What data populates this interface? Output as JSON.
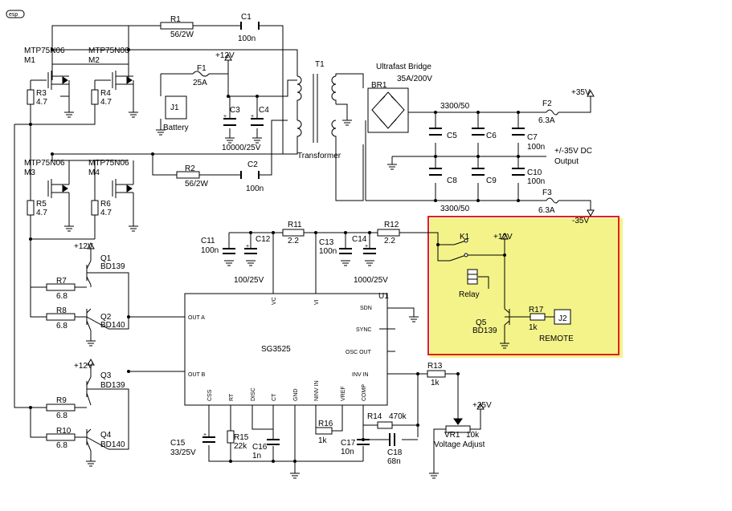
{
  "logo_text": "esp",
  "power": {
    "v12": "+12V",
    "v35p": "+35V",
    "v35n": "-35V",
    "battery": "Battery",
    "j1": "J1",
    "f1": "F1",
    "f1_val": "25A"
  },
  "mosfets": {
    "m1_type": "MTP75N06",
    "m1": "M1",
    "m2_type": "MTP75N06",
    "m2": "M2",
    "m3_type": "MTP75N06",
    "m3": "M3",
    "m4_type": "MTP75N06",
    "m4": "M4"
  },
  "snubber": {
    "r1": "R1",
    "r1_val": "56/2W",
    "c1": "C1",
    "c1_val": "100n",
    "r2": "R2",
    "r2_val": "56/2W",
    "c2": "C2",
    "c2_val": "100n"
  },
  "gate_res": {
    "r3": "R3",
    "r3_val": "4.7",
    "r4": "R4",
    "r4_val": "4.7",
    "r5": "R5",
    "r5_val": "4.7",
    "r6": "R6",
    "r6_val": "4.7"
  },
  "input_caps": {
    "c3": "C3",
    "c4": "C4",
    "val": "10000/25V"
  },
  "transformer": {
    "t1": "T1",
    "label": "Transformer"
  },
  "bridge": {
    "title": "Ultrafast Bridge",
    "rating": "35A/200V",
    "br1": "BR1"
  },
  "output": {
    "cap_top": "3300/50",
    "cap_bot": "3300/50",
    "c5": "C5",
    "c6": "C6",
    "c8": "C8",
    "c9": "C9",
    "c7": "C7",
    "c7_val": "100n",
    "c10": "C10",
    "c10_val": "100n",
    "f2": "F2",
    "f2_val": "6.3A",
    "f3": "F3",
    "f3_val": "6.3A",
    "out_l1": "+/-35V DC",
    "out_l2": "Output"
  },
  "filter": {
    "r11": "R11",
    "r11_val": "2.2",
    "r12": "R12",
    "r12_val": "2.2",
    "c11": "C11",
    "c11_val": "100n",
    "c12": "C12",
    "c12_val": "100/25V",
    "c13": "C13",
    "c13_val": "100n",
    "c14": "C14",
    "c14_val": "1000/25V"
  },
  "relay": {
    "k1": "K1",
    "v12": "+12V",
    "label": "Relay",
    "q5": "Q5",
    "q5_type": "BD139",
    "r17": "R17",
    "r17_val": "1k",
    "j2": "J2",
    "remote": "REMOTE"
  },
  "drivers": {
    "q1": "Q1",
    "q1_type": "BD139",
    "q2": "Q2",
    "q2_type": "BD140",
    "q3": "Q3",
    "q3_type": "BD139",
    "q4": "Q4",
    "q4_type": "BD140",
    "r7": "R7",
    "r7_val": "6.8",
    "r8": "R8",
    "r8_val": "6.8",
    "r9": "R9",
    "r9_val": "6.8",
    "r10": "R10",
    "r10_val": "6.8",
    "v12a": "+12V",
    "v12b": "+12V"
  },
  "ic": {
    "name": "SG3525",
    "ref": "U1",
    "out_a": "OUT A",
    "out_b": "OUT B",
    "vc": "VC",
    "vi": "VI",
    "sdn": "SDN",
    "sync": "SYNC",
    "osc_out": "OSC OUT",
    "inv_in": "INV IN",
    "css": "CSS",
    "rt": "RT",
    "disc": "DISC",
    "ct": "CT",
    "gnd": "GND",
    "ninv": "NINV IN",
    "vref": "VREF",
    "comp": "COMP"
  },
  "timing": {
    "c15": "C15",
    "c15_val": "33/25V",
    "r15": "R15",
    "r15_val": "22k",
    "c16": "C16",
    "c16_val": "1n",
    "r16": "R16",
    "r16_val": "1k",
    "c17": "C17",
    "c17_val": "10n",
    "r14": "R14",
    "r14_val": "470k",
    "c18": "C18",
    "c18_val": "68n",
    "r13": "R13",
    "r13_val": "1k",
    "v35": "+35V",
    "vr1": "VR1",
    "vr1_val": "10k",
    "vr1_label": "Voltage Adjust"
  },
  "colors": {
    "highlight_fill": "#f3f38a",
    "highlight_border": "#e02020",
    "wire": "#000000"
  }
}
